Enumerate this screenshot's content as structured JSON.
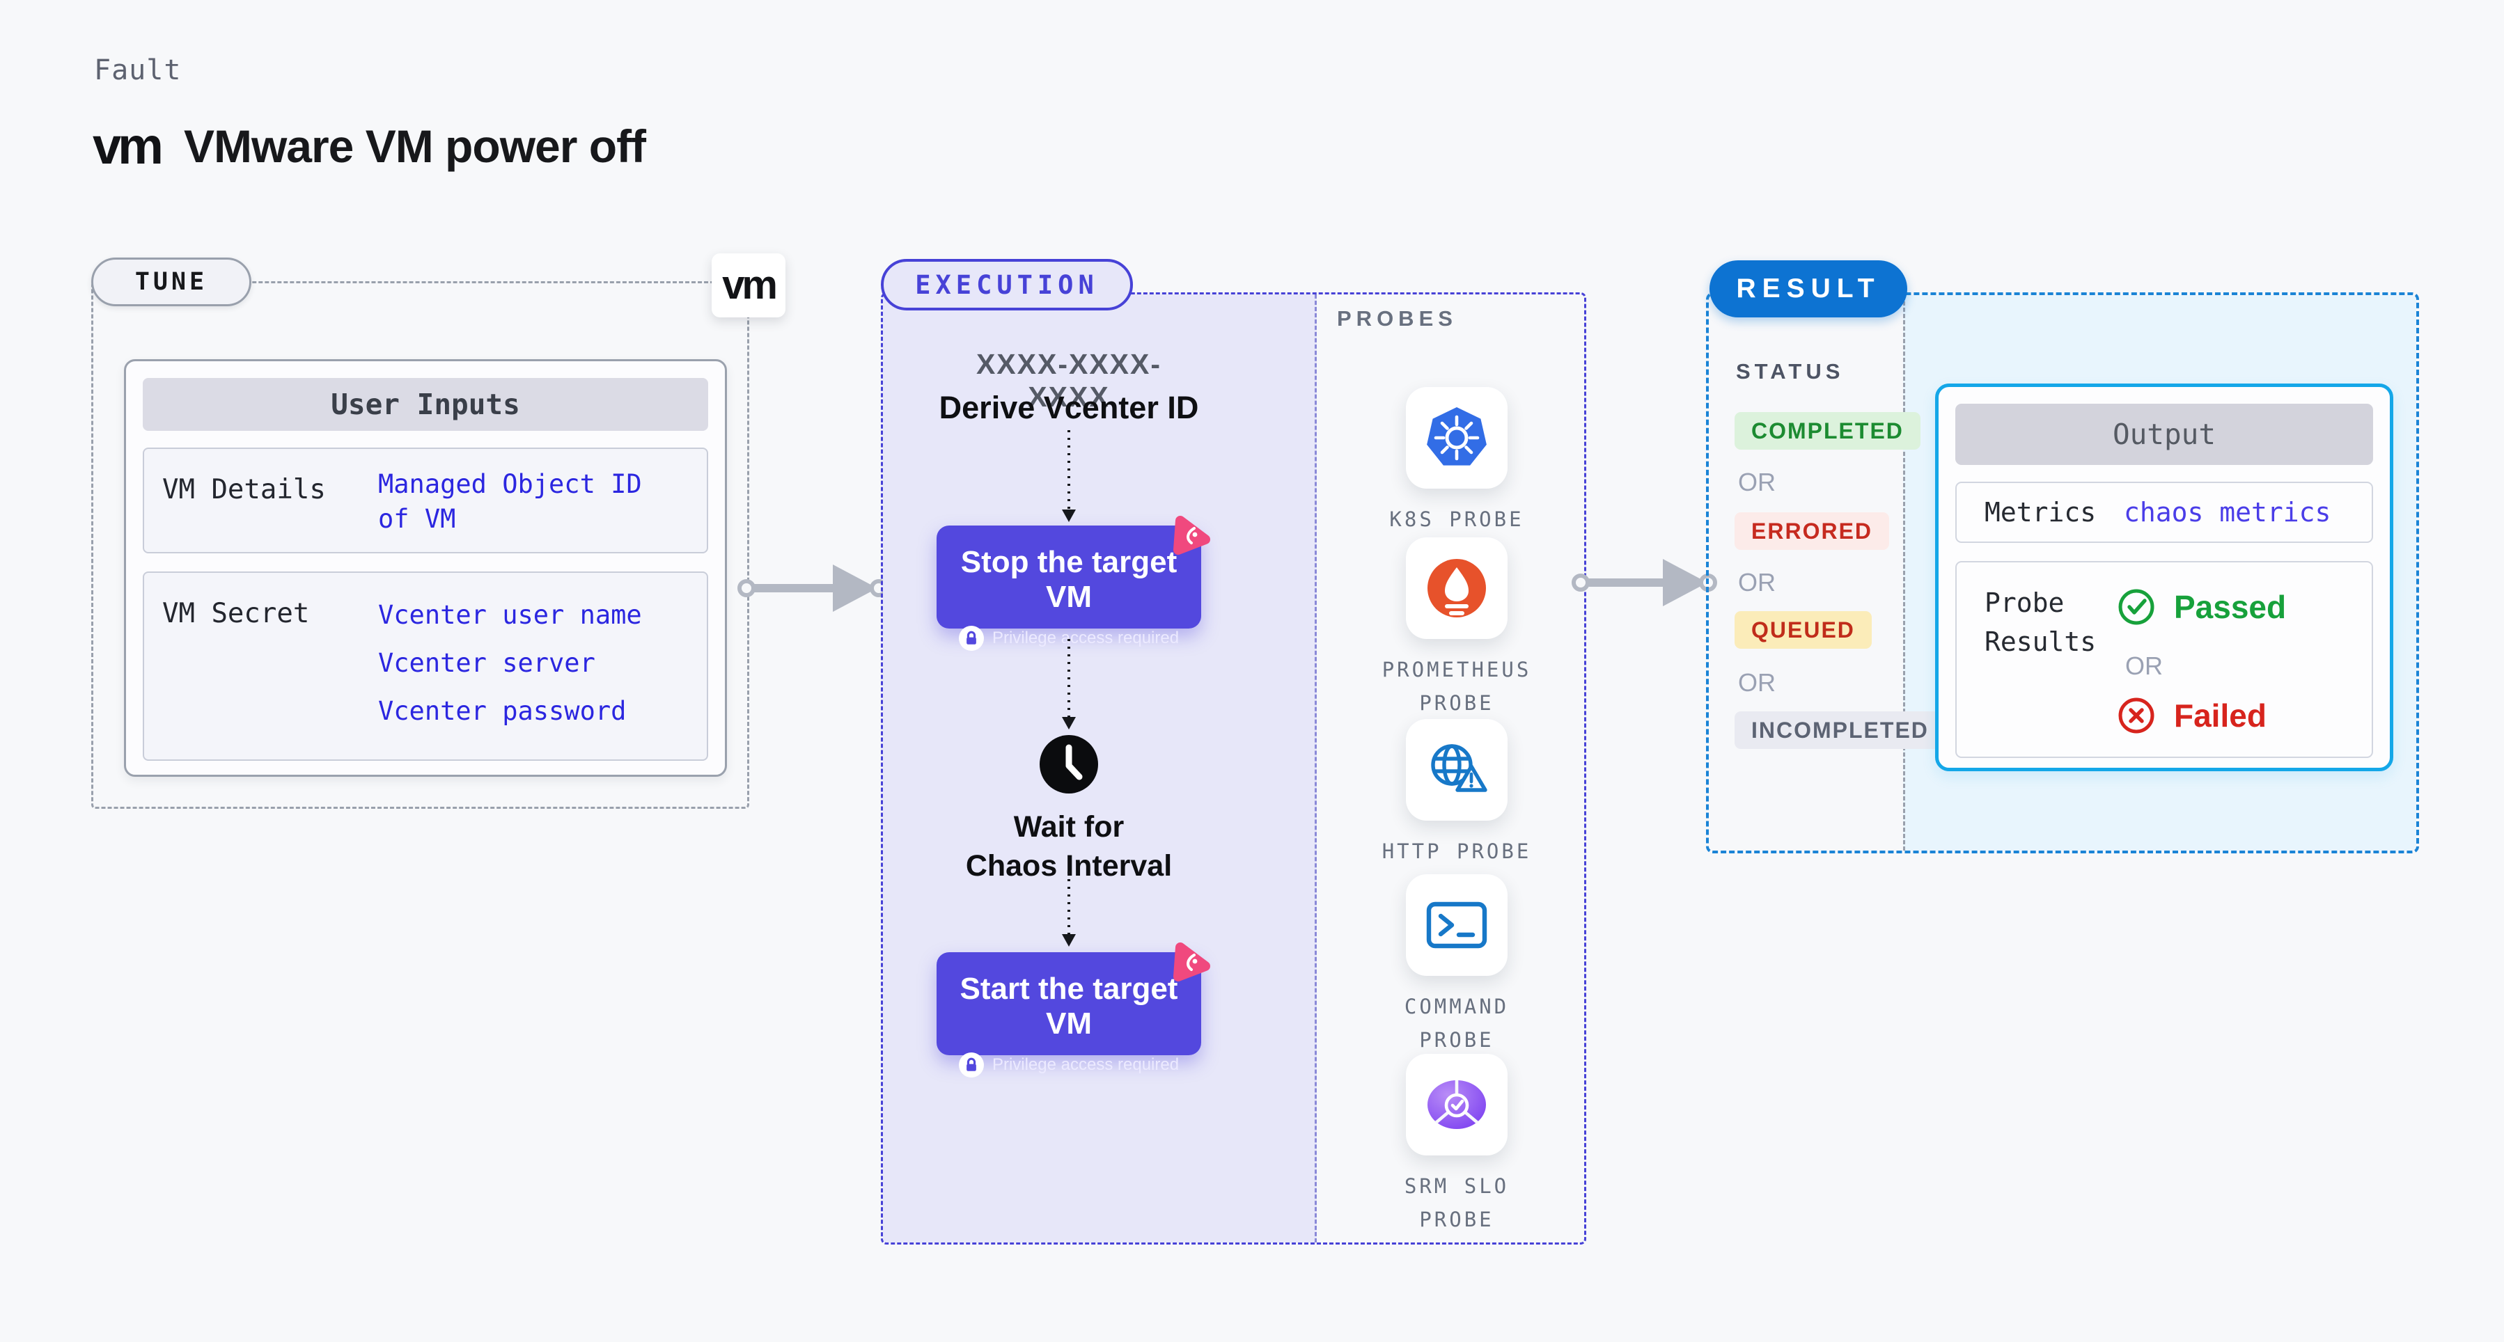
{
  "page": {
    "kind_label": "Fault",
    "title": "VMware VM power off",
    "brand_logo_text": "vm"
  },
  "tune": {
    "badge": "TUNE",
    "logo_text": "vm",
    "card_title": "User Inputs",
    "rows": [
      {
        "label": "VM Details",
        "value": "Managed Object ID of VM",
        "lines": [
          "Managed Object ID",
          "of VM"
        ]
      },
      {
        "label": "VM Secret",
        "value": "Vcenter user name, Vcenter server, Vcenter password",
        "lines": [
          "Vcenter user name",
          "Vcenter server",
          "Vcenter password"
        ]
      }
    ]
  },
  "execution": {
    "badge": "EXECUTION",
    "derive_code": "XXXX-XXXX-XXXX",
    "derive_label": "Derive Vcenter ID",
    "stop_step": {
      "label": "Stop the target VM",
      "note": "Privilege access required"
    },
    "wait_step": {
      "label": "Wait for Chaos Interval",
      "lines": [
        "Wait for Chaos",
        "Interval"
      ]
    },
    "start_step": {
      "label": "Start the target VM",
      "note": "Privilege access required"
    }
  },
  "probes": {
    "heading": "PROBES",
    "items": [
      {
        "name": "k8s-probe",
        "label": "K8S PROBE",
        "lines": [
          "K8S PROBE",
          ""
        ]
      },
      {
        "name": "prometheus-probe",
        "label": "PROMETHEUS PROBE",
        "lines": [
          "PROMETHEUS",
          "PROBE"
        ]
      },
      {
        "name": "http-probe",
        "label": "HTTP PROBE",
        "lines": [
          "HTTP PROBE",
          ""
        ]
      },
      {
        "name": "command-probe",
        "label": "COMMAND PROBE",
        "lines": [
          "COMMAND",
          "PROBE"
        ]
      },
      {
        "name": "srm-slo-probe",
        "label": "SRM SLO PROBE",
        "lines": [
          "SRM SLO",
          "PROBE"
        ]
      }
    ]
  },
  "result": {
    "badge": "RESULT",
    "status_heading": "STATUS",
    "or_label": "OR",
    "statuses": [
      {
        "label": "COMPLETED",
        "bg": "#dcf2dc",
        "color": "#1c8b31"
      },
      {
        "label": "ERRORED",
        "bg": "#fcebe9",
        "color": "#c62a1f"
      },
      {
        "label": "QUEUED",
        "bg": "#fbecb9",
        "color": "#c02c1a"
      },
      {
        "label": "INCOMPLETED",
        "bg": "#e9eaf1",
        "color": "#5c6373"
      }
    ],
    "output": {
      "title": "Output",
      "metrics_label": "Metrics",
      "metrics_value": "chaos metrics",
      "probe_results_label": "Probe Results",
      "probe_results_lines": [
        "Probe",
        "Results"
      ],
      "passed_label": "Passed",
      "or_label": "OR",
      "failed_label": "Failed"
    }
  },
  "colors": {
    "page_bg": "#f7f8fa",
    "execution_accent": "#4742d7",
    "execution_fill": "#e7e7f9",
    "step_button": "#5348de",
    "tune_border": "#99a0ac",
    "value_blue": "#2b26e0",
    "result_badge": "#0d73d2",
    "result_dash": "#1b84d6",
    "result_fill": "#e8f5fd",
    "output_border": "#14a7e8",
    "passed_green": "#17a13b",
    "failed_red": "#d7241d",
    "arrow_gray": "#b3b8c3",
    "litmus_pink": "#f0497e",
    "kubernetes_blue": "#326de6",
    "prometheus_orange": "#e7522b",
    "http_blue": "#1778c8"
  }
}
